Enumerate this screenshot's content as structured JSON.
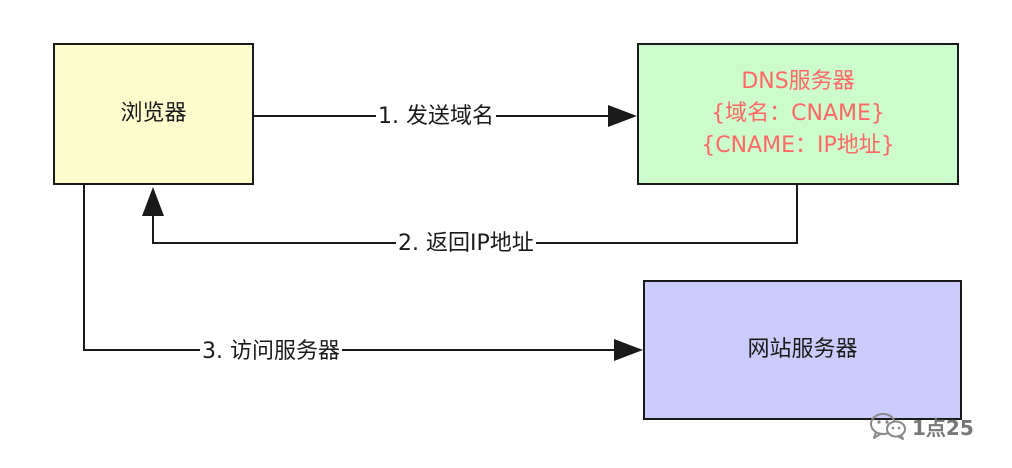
{
  "nodes": {
    "browser": {
      "label": "浏览器"
    },
    "dns_server": {
      "lines": [
        "DNS服务器",
        "{域名：CNAME}",
        "{CNAME：IP地址}"
      ],
      "text_color": "#ff6666"
    },
    "web_server": {
      "label": "网站服务器"
    }
  },
  "edges": {
    "step1": {
      "label": "1. 发送域名"
    },
    "step2": {
      "label": "2. 返回IP地址"
    },
    "step3": {
      "label": "3. 访问服务器"
    }
  },
  "colors": {
    "browser_fill": "#fdfccc",
    "dns_fill": "#ccfccc",
    "web_fill": "#ccccfc",
    "stroke": "#1a1a1a"
  },
  "watermark": {
    "icon": "wechat-icon",
    "text": "1点25"
  }
}
